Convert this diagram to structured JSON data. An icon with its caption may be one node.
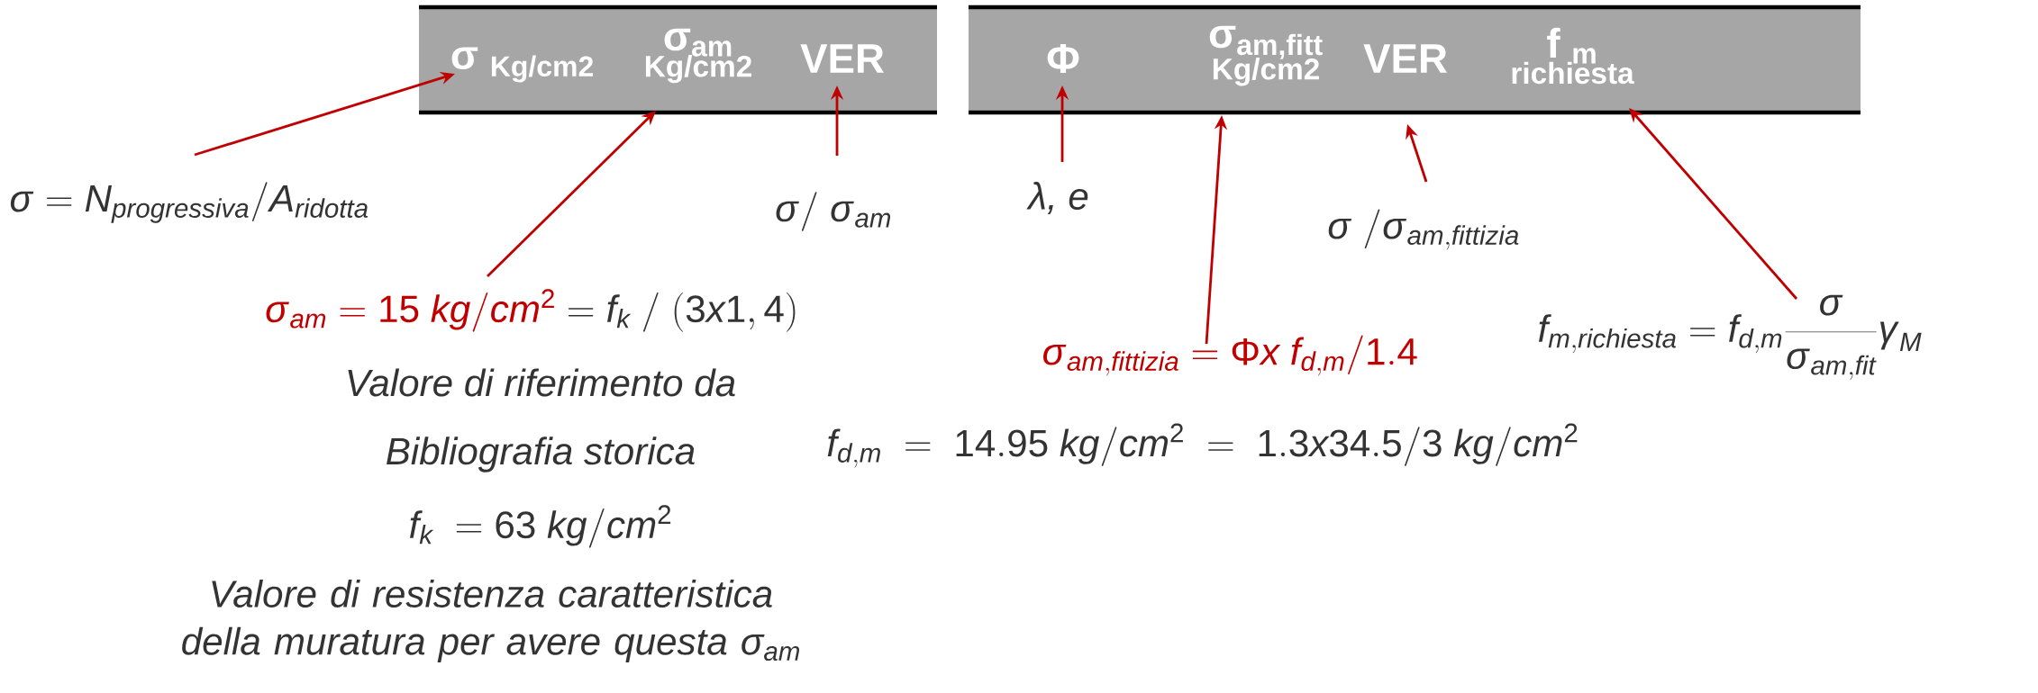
{
  "diagram": {
    "nodes": [
      {
        "text": [],
        "shape": "bar"
      },
      {
        "text": [
          "σ $_{Kg/cm2}$"
        ],
        "in": 0
      },
      {
        "text": [
          "σ$_{am}$",
          "Kg/cm2"
        ],
        "in": 0
      },
      {
        "text": [
          "VER"
        ],
        "in": 0
      },
      {
        "text": [],
        "shape": "bar"
      },
      {
        "text": [
          "Φ"
        ],
        "in": 4
      },
      {
        "text": [
          "σ$_{am,fitt}$",
          "Kg/cm2"
        ],
        "in": 4
      },
      {
        "text": [
          "VER"
        ],
        "in": 4
      },
      {
        "text": [
          "f $_{m}$",
          "richiesta"
        ],
        "in": 4
      },
      {
        "text": [
          "\\sigma=N_{progressiva}/A_{ridotta}"
        ]
      },
      {
        "text": [
          "\\sigma_{am}=15\\ kg/cm^{2}",
          "=f_{k}\\ /\\ (3x1,4)"
        ]
      },
      {
        "text": [
          "\\sigma/\\ \\sigma_{am}"
        ]
      },
      {
        "text": [
          "λ, e"
        ]
      },
      {
        "text": [
          "\\sigma\\ /\\sigma_{am,fittizia}"
        ]
      },
      {
        "text": [
          "\\sigma_{am,fittizia}=\\Phi x\\ f_{d,m}/1.4"
        ]
      },
      {
        "text": [
          "f_{m,richiesta}=f_{d,m}\\frac{\\sigma}{\\sigma_{am,fit}}\\gamma_{M}"
        ]
      }
    ],
    "edges": [
      {
        "from": 9,
        "to": 1,
        "arrow": "to"
      },
      {
        "from": 10,
        "to": 2,
        "arrow": "to"
      },
      {
        "from": 11,
        "to": 3,
        "arrow": "to"
      },
      {
        "from": 12,
        "to": 5,
        "arrow": "to"
      },
      {
        "from": 13,
        "to": 7,
        "arrow": "to"
      },
      {
        "from": 14,
        "to": 6,
        "arrow": "to"
      },
      {
        "from": 15,
        "to": 8,
        "arrow": "to"
      }
    ],
    "labels": [
      "Valore di riferimento da",
      "Bibliografia storica",
      "f_{k}\\ =63\\ kg/cm^{2}",
      "Valore di resistenza caratteristica della muratura per avere questa σ$_{am}$",
      "f_{d,m}\\ =\\ 14.95\\ kg/cm^{2}\\ =\\ 1.3x34.5/3\\ kg/cm^{2}"
    ]
  }
}
